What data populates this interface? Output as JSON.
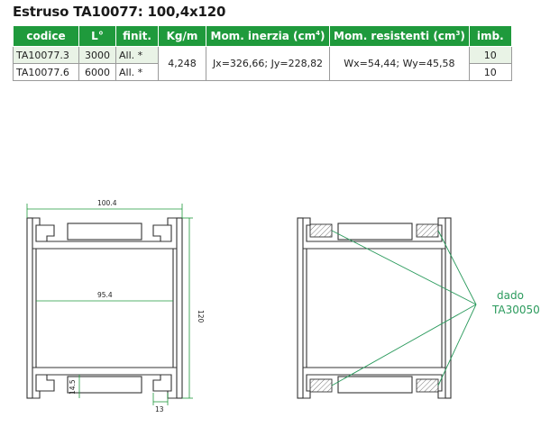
{
  "title": "Estruso TA10077: 100,4x120",
  "table": {
    "headers": {
      "codice": "codice",
      "lunghezza": "L°",
      "finitura": "finit.",
      "peso": "Kg/m",
      "inerzia": "Mom. inerzia (cm",
      "inerzia_exp": "4",
      "resistenti": "Mom. resistenti (cm",
      "resistenti_exp": "3",
      "imballo": "imb."
    },
    "rows": [
      {
        "codice": "TA10077.3",
        "lunghezza": "3000",
        "finitura": "All. *",
        "imballo": "10"
      },
      {
        "codice": "TA10077.6",
        "lunghezza": "6000",
        "finitura": "All. *",
        "imballo": "10"
      }
    ],
    "shared": {
      "peso": "4,248",
      "inerzia": "Jx=326,66; Jy=228,82",
      "resistenti": "Wx=54,44; Wy=45,58"
    }
  },
  "drawing": {
    "dim_width": "100.4",
    "dim_inner": "95.4",
    "dim_height": "120",
    "dim_slot": "14.5",
    "dim_bottom": "13",
    "callout": [
      "dado",
      "TA30050"
    ],
    "colors": {
      "accent": "#1f9a3c",
      "line": "#333333",
      "callout": "#2a9a5c"
    }
  }
}
